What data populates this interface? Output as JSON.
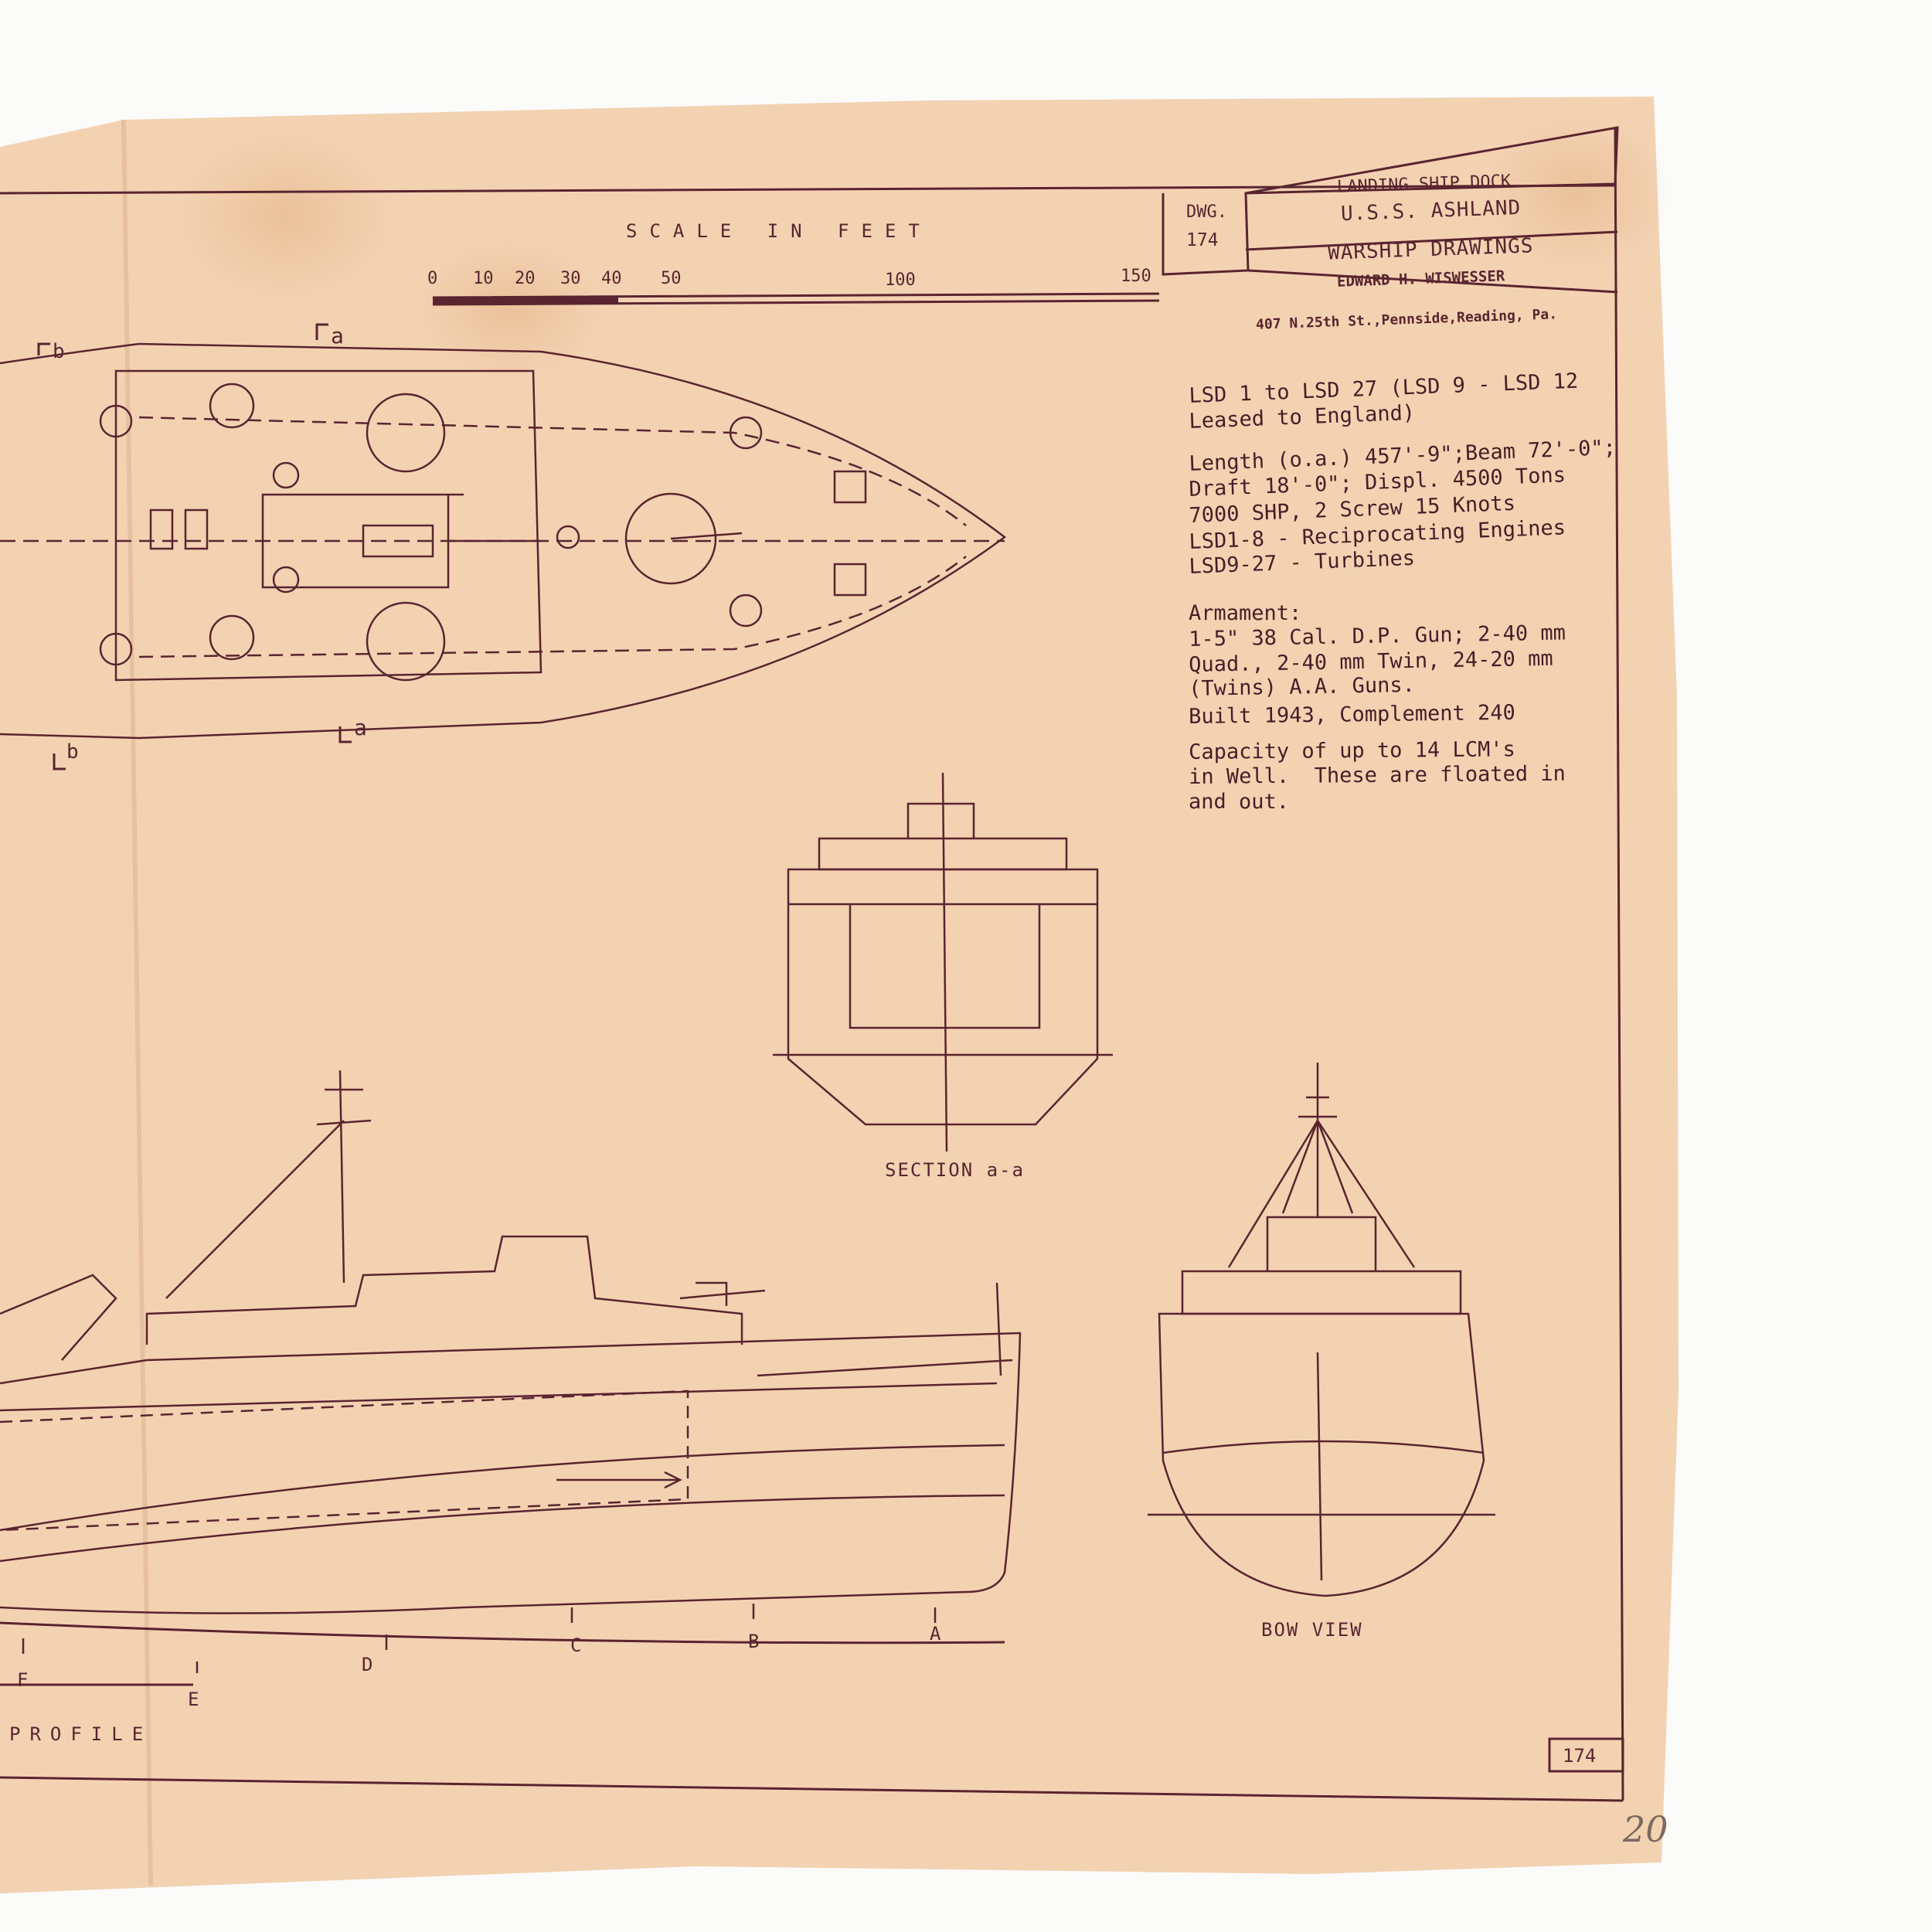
{
  "title_block": {
    "dwg_label": "DWG.",
    "dwg_number": "174",
    "ship_type": "LANDING SHIP DOCK",
    "ship_name": "U.S.S. ASHLAND",
    "series": "WARSHIP DRAWINGS",
    "author": "EDWARD H. WISWESSER",
    "address": "407 N.25th St.,Pennside,Reading, Pa."
  },
  "scale": {
    "title": "SCALE IN FEET",
    "ticks": [
      "0",
      "10",
      "20",
      "30",
      "40",
      "50",
      "100",
      "150"
    ]
  },
  "specs": {
    "line1": "LSD 1 to LSD 27 (LSD 9 - LSD 12",
    "line2": "Leased to England)",
    "line3": "Length (o.a.) 457'-9\";Beam 72'-0\";",
    "line4": "Draft 18'-0\"; Displ. 4500 Tons",
    "line5": "7000 SHP, 2 Screw 15 Knots",
    "line6": "LSD1-8 - Reciprocating Engines",
    "line7": "LSD9-27 - Turbines",
    "arm_title": "Armament:",
    "arm1": "1-5\" 38 Cal. D.P. Gun; 2-40 mm",
    "arm2": "Quad., 2-40 mm Twin, 24-20 mm",
    "arm3": "(Twins) A.A. Guns.",
    "built": "Built 1943, Complement 240",
    "cap1": "Capacity of up to 14 LCM's",
    "cap2": "in Well.  These are floated in",
    "cap3": "and out."
  },
  "section_marks": {
    "a_top": "a",
    "b_top": "b",
    "a_bottom": "a",
    "b_bottom": "b"
  },
  "views": {
    "section": "SECTION a-a",
    "bow": "BOW VIEW",
    "profile": "PROFILE"
  },
  "stations": [
    "F",
    "E",
    "D",
    "C",
    "B",
    "A"
  ],
  "sheet_number": "174",
  "handwritten_number": "20",
  "colors": {
    "paper": "#f3d2b2",
    "ink": "#5a2430",
    "background": "#fbfbfa",
    "stain": "#d9a978"
  }
}
